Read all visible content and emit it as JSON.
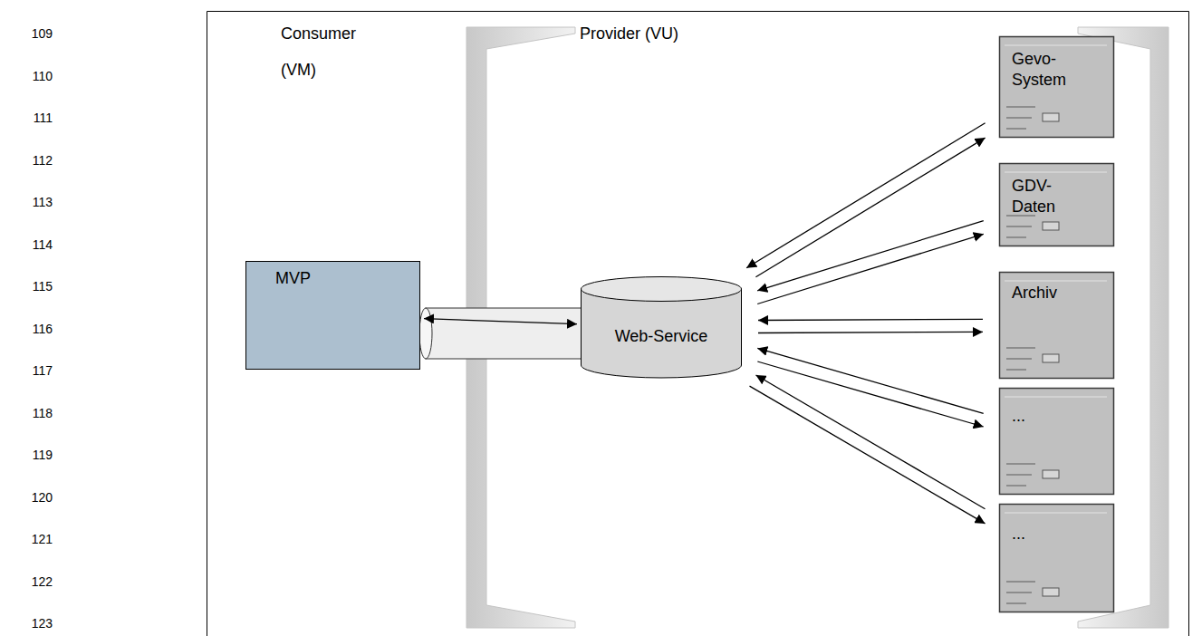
{
  "diagram": {
    "nodes": [
      {
        "text": [
          "MVP"
        ]
      },
      {
        "text": [
          "Web-Service"
        ]
      },
      {
        "text": [
          "Gevo-System"
        ]
      },
      {
        "text": [
          "GDV-Daten"
        ]
      },
      {
        "text": [
          "Archiv"
        ]
      },
      {
        "text": [
          "..."
        ]
      },
      {
        "text": [
          "..."
        ]
      }
    ],
    "edges": [
      {
        "from": 0,
        "to": 1,
        "arrow": "both"
      },
      {
        "from": 1,
        "to": 2,
        "arrow": "to"
      },
      {
        "from": 2,
        "to": 1,
        "arrow": "to"
      },
      {
        "from": 1,
        "to": 3,
        "arrow": "to"
      },
      {
        "from": 3,
        "to": 1,
        "arrow": "to"
      },
      {
        "from": 1,
        "to": 4,
        "arrow": "to"
      },
      {
        "from": 4,
        "to": 1,
        "arrow": "to"
      },
      {
        "from": 1,
        "to": 5,
        "arrow": "to"
      },
      {
        "from": 5,
        "to": 1,
        "arrow": "to"
      },
      {
        "from": 1,
        "to": 6,
        "arrow": "to"
      },
      {
        "from": 6,
        "to": 1,
        "arrow": "to"
      }
    ],
    "labels": [
      "109",
      "110",
      "111",
      "112",
      "113",
      "114",
      "115",
      "116",
      "117",
      "118",
      "119",
      "120",
      "121",
      "122",
      "123",
      "Consumer",
      "(VM)",
      "Provider (VU)"
    ]
  }
}
